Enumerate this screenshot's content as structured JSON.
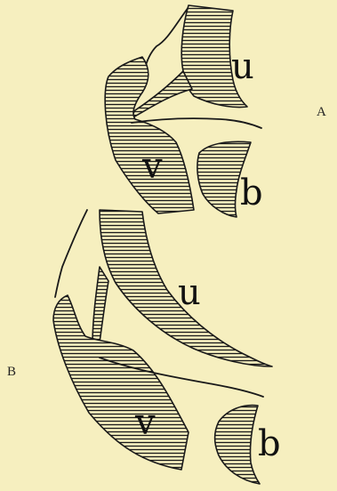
{
  "figure": {
    "panel_a": {
      "letter": "A",
      "labels": {
        "upper": "u",
        "vowel": "v",
        "lower": "b"
      }
    },
    "panel_b": {
      "letter": "B",
      "labels": {
        "upper": "u",
        "vowel": "v",
        "lower": "b"
      }
    }
  }
}
